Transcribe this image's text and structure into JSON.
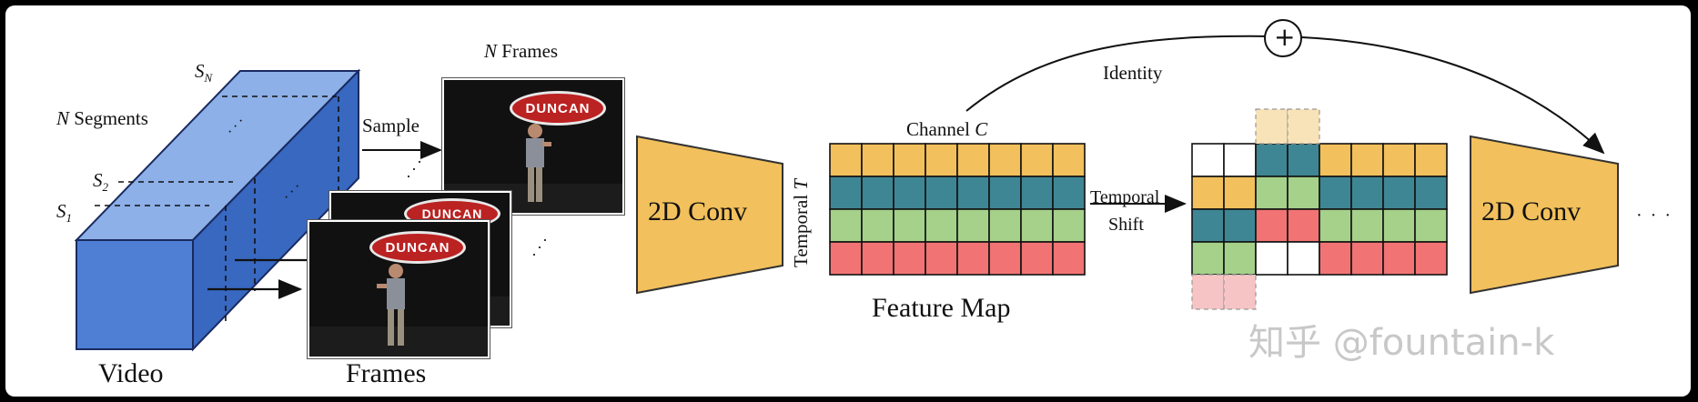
{
  "diagram": {
    "video": {
      "segments_n": "N",
      "segments_word": " Segments",
      "s_n": "S",
      "s_n_sub": "N",
      "s_2": "S",
      "s_2_sub": "2",
      "s_1": "S",
      "s_1_sub": "1",
      "caption": "Video"
    },
    "frames": {
      "title_n": "N",
      "title_word": " Frames",
      "sample_label": "Sample",
      "caption": "Frames",
      "sign_text": "DUNCAN",
      "ellipsis": "· · ·"
    },
    "conv1_label": "2D Conv",
    "conv2_label": "2D Conv",
    "trailing_ellipsis": "· · ·",
    "feature_map": {
      "channel_word": "Channel ",
      "channel_symbol": "C",
      "temporal_word": "Temporal ",
      "temporal_symbol": "T",
      "caption": "Feature Map"
    },
    "shift": {
      "line1": "Temporal",
      "line2": "Shift"
    },
    "identity_label": "Identity",
    "plus_symbol": "+",
    "watermark": "知乎 @fountain-k",
    "colors": {
      "yellow": "#f2c05c",
      "teal": "#3f8694",
      "green": "#a5d18a",
      "red": "#f17373",
      "conv_fill": "#f2c05c",
      "cube_front": "#4e7fd4",
      "cube_top": "#8db0e8",
      "cube_side": "#3868c0"
    }
  }
}
